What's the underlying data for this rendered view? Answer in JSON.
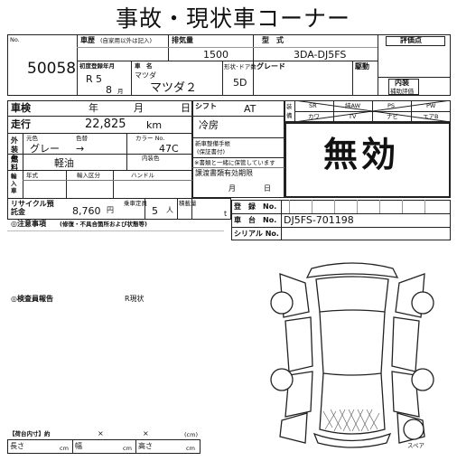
{
  "title": "事故・現状車コーナー",
  "header": {
    "no_label": "No.",
    "lot_no": "50058",
    "history_label": "車歴",
    "history_note": "(自家用以外は記入)",
    "displacement_label": "排気量",
    "displacement": "1500",
    "model_label": "型　式",
    "model": "3DA-DJ5FS",
    "eval_label": "評価点",
    "first_reg_label": "初度登録年月",
    "era": "R",
    "year": "5",
    "month": "8",
    "month_unit": "月",
    "name_label": "車　名",
    "maker": "マツダ",
    "car_name": "マツダ２",
    "body_doors_label": "形状･ドア数",
    "doors": "5D",
    "grade_label": "グレード",
    "drive_label": "駆動",
    "interior_label": "内装",
    "interior_sub": "補助評価"
  },
  "left": {
    "inspection_label": "車検",
    "year_label": "年",
    "month_label": "月",
    "day_label": "日",
    "mileage_label": "走行",
    "mileage": "22,825",
    "mileage_unit": "km",
    "exterior_label": "外装色",
    "color_orig_label": "元色",
    "color_label": "色替",
    "color_value": "グレー",
    "color_arrow": "→",
    "color_no_label": "カラー No.",
    "color_no": "47C",
    "fuel_label": "燃料",
    "fuel": "軽油",
    "interior_color_label": "内装色",
    "import_label": "輸入車",
    "import_year_label": "年式",
    "import_class_label": "輸入区分",
    "handle_label": "ハンドル",
    "recycle_label": "リサイクル預託金",
    "recycle": "8,760",
    "recycle_unit": "円",
    "capacity_label": "乗車定員",
    "capacity": "5",
    "capacity_unit": "人",
    "load_label": "積載量",
    "load_unit": "t",
    "notes_label": "◎注意事項",
    "notes_sub": "(修復・不具合箇所および状態等)",
    "inspector_label": "◎検査員報告",
    "inspector_value": "R現状",
    "cargo_label": "【荷台内寸】約",
    "cargo_x1": "×",
    "cargo_x2": "×",
    "cargo_unit": "(cm)",
    "length_label": "長さ",
    "width_label": "幅",
    "height_label": "高さ",
    "cm": "cm"
  },
  "mid": {
    "shift_label": "シフト",
    "shift": "AT",
    "ac_label": "冷房",
    "new_manual_label": "新車整備手帳",
    "new_manual_sub": "(保証書付)",
    "manual_note": "※書類と一緒に保管しています",
    "transfer_label": "譲渡書類有効期限",
    "transfer_month": "月",
    "transfer_day": "日"
  },
  "equipment": {
    "side_label": "装備",
    "items": [
      "SR",
      "純AW",
      "PS",
      "PW",
      "カワ",
      "TV",
      "ナビ",
      "エアB"
    ]
  },
  "stamp": "無効",
  "registration": {
    "reg_label": "登　録　No.",
    "chassis_label": "車　台　No.",
    "chassis": "DJ5FS-701198",
    "serial_label": "シリアル No."
  },
  "diagram": {
    "spare_label": "スペア"
  }
}
